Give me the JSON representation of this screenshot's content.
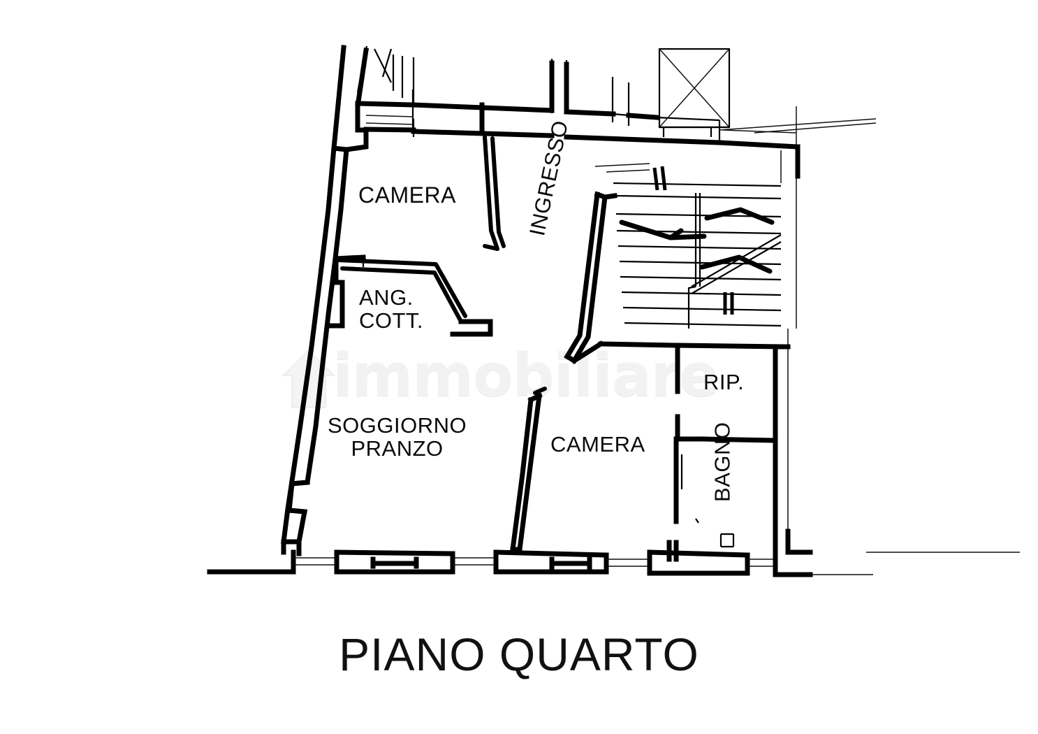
{
  "document": {
    "type": "floor-plan",
    "title": "PIANO QUARTO",
    "language": "it",
    "background_color": "#ffffff",
    "line_color": "#000000"
  },
  "rooms": [
    {
      "id": "camera-top",
      "label": "CAMERA",
      "name": "bedroom-upper"
    },
    {
      "id": "ang-cott",
      "label_line1": "ANG.",
      "label_line2": "COTT.",
      "name": "kitchenette"
    },
    {
      "id": "ingresso",
      "label": "INGRESSO",
      "name": "entrance-hall",
      "rotation": -78
    },
    {
      "id": "soggiorno",
      "label_line1": "SOGGIORNO",
      "label_line2": "PRANZO",
      "name": "living-dining"
    },
    {
      "id": "camera-mid",
      "label": "CAMERA",
      "name": "bedroom-lower"
    },
    {
      "id": "rip",
      "label": "RIP.",
      "name": "storage"
    },
    {
      "id": "bagno",
      "label": "BAGNO",
      "name": "bathroom",
      "rotation": -90
    }
  ],
  "watermark": {
    "text": "immobiliare",
    "color": "#f2f2f2"
  }
}
